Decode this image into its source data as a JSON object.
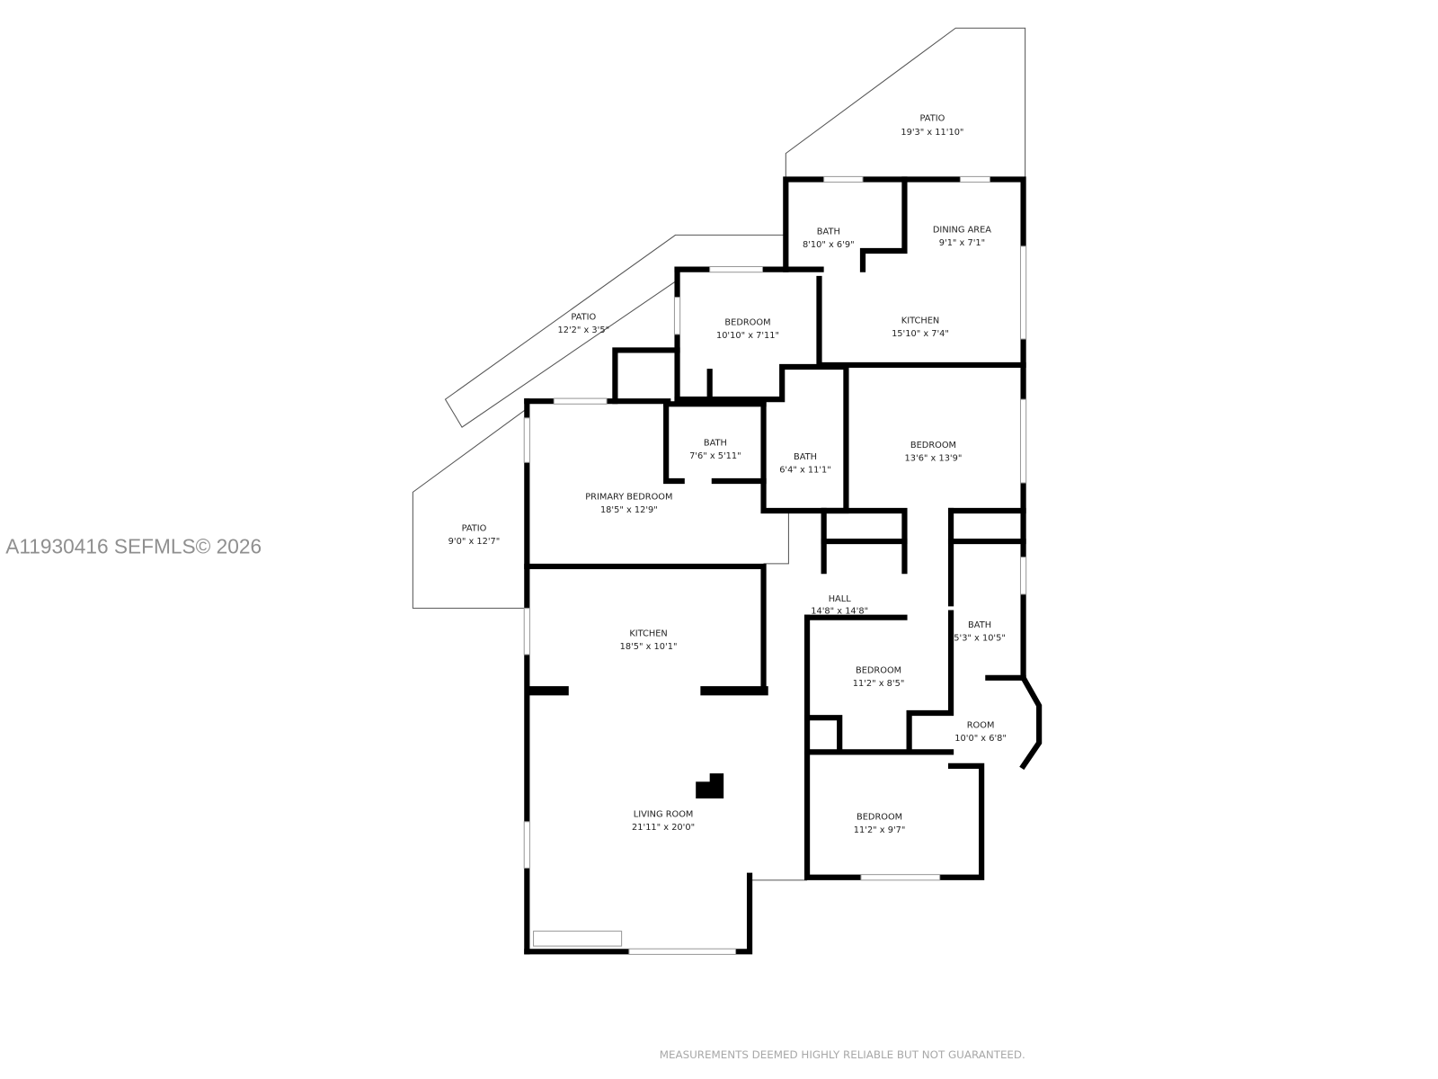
{
  "watermark": "A11930416  SEFMLS© 2026",
  "disclaimer": "MEASUREMENTS DEEMED HIGHLY RELIABLE BUT NOT GUARANTEED.",
  "rooms": [
    {
      "name": "PATIO",
      "dims": "19'3\" x 11'10\""
    },
    {
      "name": "BATH",
      "dims": "8'10\" x 6'9\""
    },
    {
      "name": "DINING AREA",
      "dims": "9'1\" x 7'1\""
    },
    {
      "name": "PATIO",
      "dims": "12'2\" x 3'5\""
    },
    {
      "name": "BEDROOM",
      "dims": "10'10\" x 7'11\""
    },
    {
      "name": "KITCHEN",
      "dims": "15'10\" x 7'4\""
    },
    {
      "name": "BATH",
      "dims": "7'6\" x 5'11\""
    },
    {
      "name": "BATH",
      "dims": "6'4\" x 11'1\""
    },
    {
      "name": "BEDROOM",
      "dims": "13'6\" x 13'9\""
    },
    {
      "name": "PRIMARY BEDROOM",
      "dims": "18'5\" x 12'9\""
    },
    {
      "name": "PATIO",
      "dims": "9'0\" x 12'7\""
    },
    {
      "name": "HALL",
      "dims": "14'8\" x 14'8\""
    },
    {
      "name": "BATH",
      "dims": "5'3\" x 10'5\""
    },
    {
      "name": "KITCHEN",
      "dims": "18'5\" x 10'1\""
    },
    {
      "name": "BEDROOM",
      "dims": "11'2\" x 8'5\""
    },
    {
      "name": "ROOM",
      "dims": "10'0\" x 6'8\""
    },
    {
      "name": "LIVING ROOM",
      "dims": "21'11\" x 20'0\""
    },
    {
      "name": "BEDROOM",
      "dims": "11'2\" x 9'7\""
    }
  ]
}
